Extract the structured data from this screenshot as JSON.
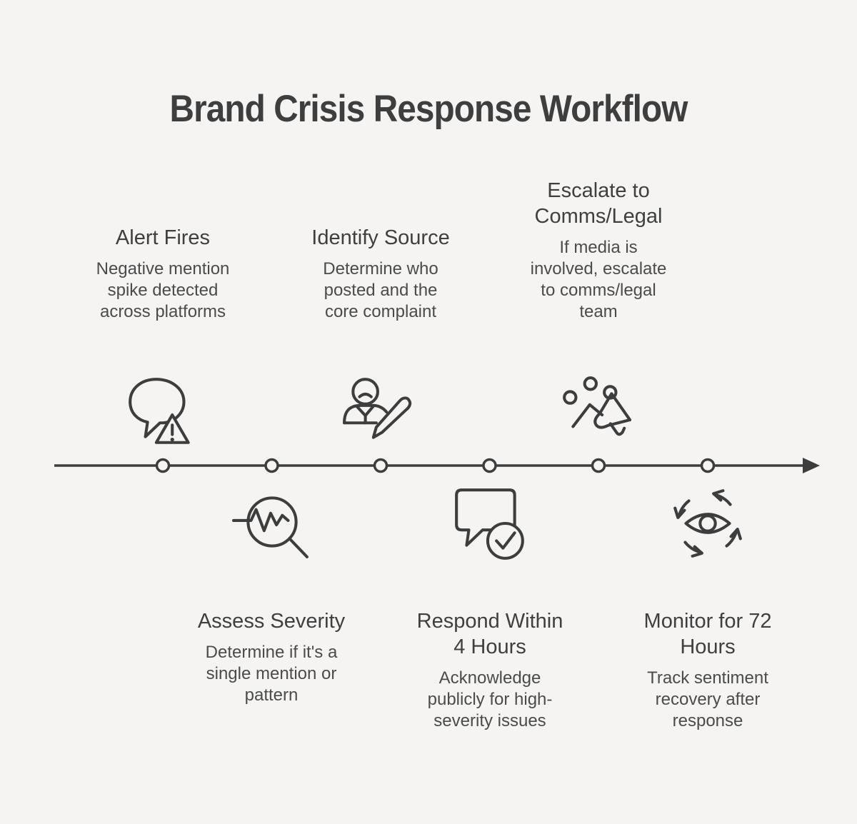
{
  "title": "Brand Crisis Response Workflow",
  "colors": {
    "background": "#f5f4f2",
    "line_and_icons": "#3d3d3d",
    "heading_text": "#3f3f3f",
    "body_text": "#4b4b4b"
  },
  "timeline": {
    "direction": "left-to-right",
    "node_count": 6,
    "arrow": "right"
  },
  "steps": [
    {
      "order": 1,
      "side": "above",
      "icon": "alert-chat-warning-icon",
      "title": "Alert Fires",
      "description": "Negative mention spike detected across platforms"
    },
    {
      "order": 2,
      "side": "below",
      "icon": "magnifier-trend-icon",
      "title": "Assess Severity",
      "description": "Determine if it's a single mention or pattern"
    },
    {
      "order": 3,
      "side": "above",
      "icon": "person-edit-icon",
      "title": "Identify Source",
      "description": "Determine who posted and the core complaint"
    },
    {
      "order": 4,
      "side": "below",
      "icon": "chat-check-icon",
      "title": "Respond Within 4 Hours",
      "description": "Acknowledge publicly for high-severity issues"
    },
    {
      "order": 5,
      "side": "above",
      "icon": "megaphone-announce-icon",
      "title": "Escalate to Comms/Legal",
      "description": "If media is involved, escalate to comms/legal team"
    },
    {
      "order": 6,
      "side": "below",
      "icon": "eye-cycle-icon",
      "title": "Monitor for 72 Hours",
      "description": "Track sentiment recovery after response"
    }
  ]
}
